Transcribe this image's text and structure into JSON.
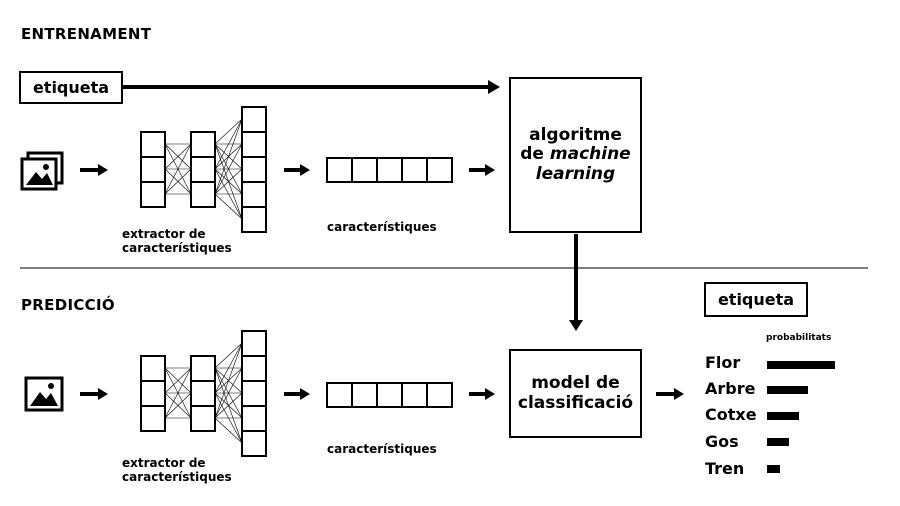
{
  "training": {
    "section_title": "ENTRENAMENT",
    "label_box": "etiqueta",
    "extractor_label_line1": "extractor de",
    "extractor_label_line2": "característiques",
    "features_label": "característiques",
    "algorithm_line1": "algoritme",
    "algorithm_line2_prefix": "de ",
    "algorithm_line2_italic": "machine",
    "algorithm_line3_italic": "learning"
  },
  "prediction": {
    "section_title": "PREDICCIÓ",
    "extractor_label_line1": "extractor de",
    "extractor_label_line2": "característiques",
    "features_label": "característiques",
    "model_line1": "model de",
    "model_line2": "classificació",
    "label_box": "etiqueta",
    "probabilities_header": "probabilitats",
    "classes": [
      {
        "label": "Flor",
        "probability": 1.0
      },
      {
        "label": "Arbre",
        "probability": 0.6
      },
      {
        "label": "Cotxe",
        "probability": 0.47
      },
      {
        "label": "Gos",
        "probability": 0.32
      },
      {
        "label": "Tren",
        "probability": 0.19
      }
    ]
  },
  "colors": {
    "ink": "#000000",
    "background": "#ffffff"
  },
  "icons": [
    "image-stack-icon",
    "image-icon",
    "arrow-right-icon",
    "arrow-down-icon",
    "neural-network-icon"
  ]
}
